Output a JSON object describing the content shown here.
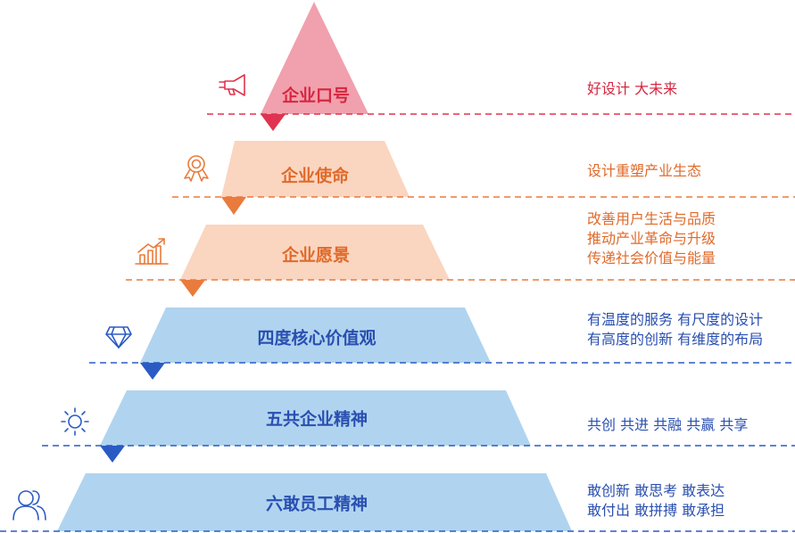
{
  "pyramid": {
    "tiers": [
      {
        "label": "企业口号",
        "description": [
          "好设计 大未来"
        ],
        "icon": "megaphone-icon",
        "fill_color": "#f1a0ad",
        "accent_color": "#e0334f",
        "text_color": "#d7263f"
      },
      {
        "label": "企业使命",
        "description": [
          "设计重塑产业生态"
        ],
        "icon": "award-ribbon-icon",
        "fill_color": "#fad5c0",
        "accent_color": "#e97b3c",
        "text_color": "#e06a2a"
      },
      {
        "label": "企业愿景",
        "description": [
          "改善用户生活与品质",
          "推动产业革命与升级",
          "传递社会价值与能量"
        ],
        "icon": "growth-chart-icon",
        "fill_color": "#fad5c0",
        "accent_color": "#e97b3c",
        "text_color": "#e06a2a"
      },
      {
        "label": "四度核心价值观",
        "description": [
          "有温度的服务  有尺度的设计",
          "有高度的创新  有维度的布局"
        ],
        "icon": "diamond-icon",
        "fill_color": "#b0d4ef",
        "accent_color": "#2a5bc4",
        "text_color": "#2a4fb0"
      },
      {
        "label": "五共企业精神",
        "description": [
          "共创  共进  共融  共赢  共享"
        ],
        "icon": "sun-icon",
        "fill_color": "#b0d4ef",
        "accent_color": "#2a5bc4",
        "text_color": "#2a4fb0"
      },
      {
        "label": "六敢员工精神",
        "description": [
          "敢创新  敢思考  敢表达",
          "敢付出  敢拼搏  敢承担"
        ],
        "icon": "people-icon",
        "fill_color": "#b0d4ef",
        "accent_color": "#2a5bc4",
        "text_color": "#2a4fb0"
      }
    ]
  }
}
